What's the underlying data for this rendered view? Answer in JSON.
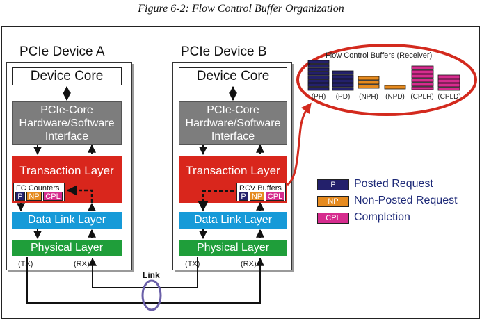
{
  "caption": "Figure 6-2: Flow Control Buffer Organization",
  "device_a": {
    "title": "PCIe Device A",
    "core": "Device Core",
    "pcie_core": "PCIe-Core\nHardware/Software\nInterface",
    "transaction": "Transaction Layer",
    "counters_title": "FC Counters",
    "data_link": "Data Link Layer",
    "physical": "Physical Layer",
    "tx": "(TX)",
    "rx": "(RX)"
  },
  "device_b": {
    "title": "PCIe Device B",
    "core": "Device Core",
    "pcie_core": "PCIe-Core\nHardware/Software\nInterface",
    "transaction": "Transaction Layer",
    "buffers_title": "RCV Buffers",
    "data_link": "Data Link Layer",
    "physical": "Physical Layer",
    "tx": "(TX)",
    "rx": "(RX)"
  },
  "badges": {
    "p": "P",
    "np": "NP",
    "cpl": "CPL"
  },
  "link_label": "Link",
  "fc_buffers": {
    "title": "Flow Control Buffers (Receiver)",
    "labels": [
      "(PH)",
      "(PD)",
      "(NPH)",
      "(NPD)",
      "(CPLH)",
      "(CPLD)"
    ]
  },
  "legend": [
    {
      "badge": "P",
      "text": "Posted Request"
    },
    {
      "badge": "NP",
      "text": "Non-Posted Request"
    },
    {
      "badge": "CPL",
      "text": "Completion"
    }
  ],
  "colors": {
    "posted": "#23206b",
    "non_posted": "#e58a1f",
    "completion": "#d62c8e",
    "transaction": "#d9261c",
    "data_link": "#169ad8",
    "physical": "#1f9e3a",
    "pcie_core": "#7d7d7d",
    "highlight": "#d32a1e",
    "link": "#6a5fa8"
  }
}
